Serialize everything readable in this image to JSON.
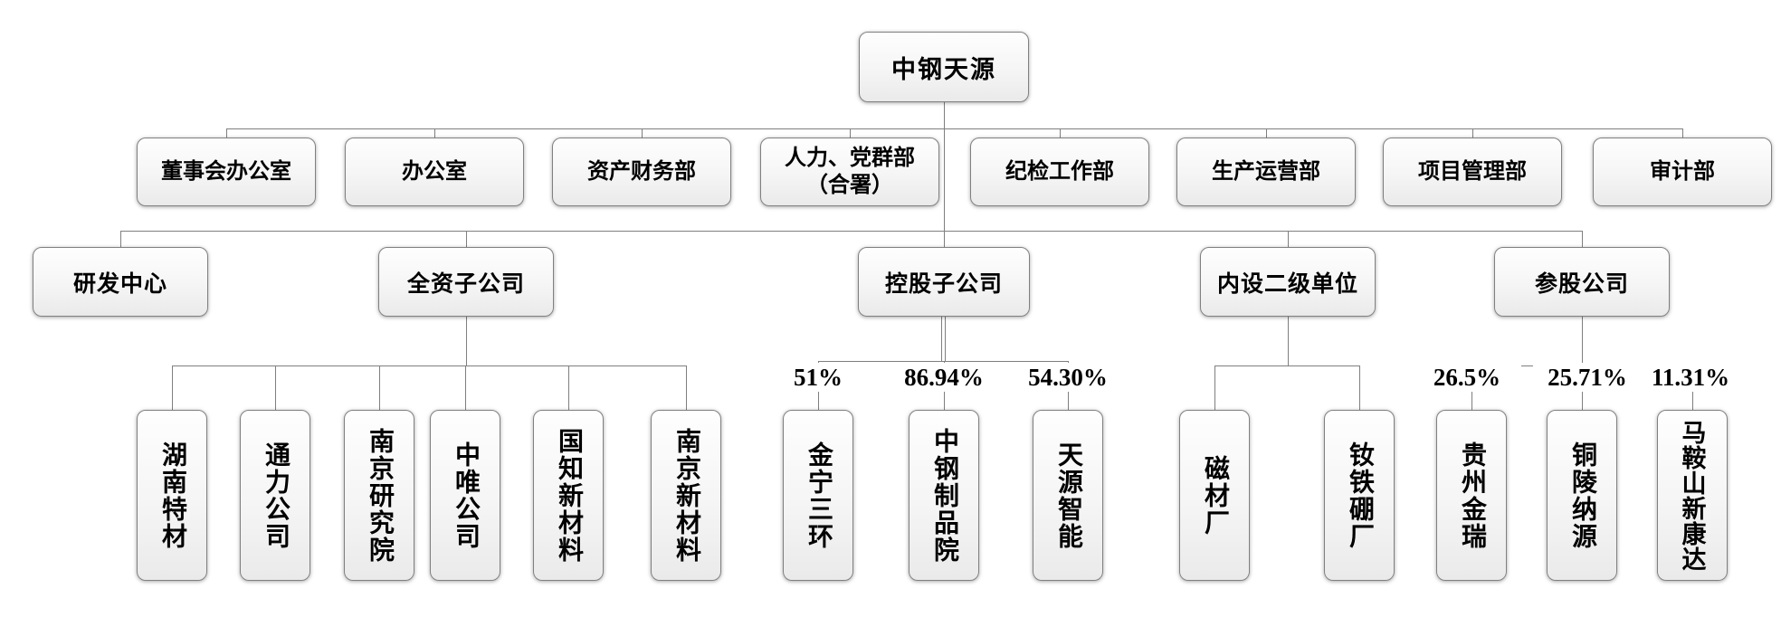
{
  "meta": {
    "connector_color": "#7f7f7f",
    "box_border_color": "#808080",
    "box_fill_top": "#fefefe",
    "box_fill_bottom": "#eaeaea",
    "text_color": "#000000"
  },
  "org": {
    "root": "中钢天源",
    "departments": [
      "董事会办公室",
      "办公室",
      "资产财务部",
      "人力、党群部\n（合署）",
      "纪检工作部",
      "生产运营部",
      "项目管理部",
      "审计部"
    ],
    "categories": [
      "研发中心",
      "全资子公司",
      "控股子公司",
      "内设二级单位",
      "参股公司"
    ],
    "wholly_owned_subsidiaries": [
      "湖南特材",
      "通力公司",
      "南京研究院",
      "中唯公司",
      "国知新材料",
      "南京新材料"
    ],
    "holding_subsidiaries": [
      {
        "name": "金宁三环",
        "share": "51%"
      },
      {
        "name": "中钢制品院",
        "share": "86.94%"
      },
      {
        "name": "天源智能",
        "share": "54.30%"
      }
    ],
    "internal_units": [
      "磁材厂",
      "钕铁硼厂"
    ],
    "equity_companies": [
      {
        "name": "贵州金瑞",
        "share": "26.5%"
      },
      {
        "name": "铜陵纳源",
        "share": "25.71%"
      },
      {
        "name": "马鞍山新康达",
        "share": "11.31%"
      }
    ]
  }
}
